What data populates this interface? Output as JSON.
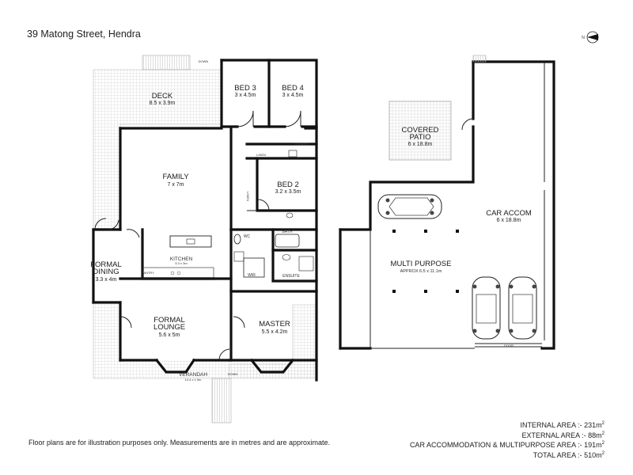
{
  "title": "39 Matong Street, Hendra",
  "disclaimer": "Floor plans are for illustration purposes only. Measurements are in metres and are approximate.",
  "areas": [
    {
      "label": "INTERNAL AREA :- ",
      "value": "231m",
      "sup": "2"
    },
    {
      "label": "EXTERNAL AREA :- ",
      "value": "88m",
      "sup": "2"
    },
    {
      "label": "CAR ACCOMMODATION & MULTIPURPOSE AREA :- ",
      "value": "191m",
      "sup": "2"
    },
    {
      "label": "TOTAL AREA :- ",
      "value": "510m",
      "sup": "2"
    }
  ],
  "rooms": {
    "deck": {
      "name": "DECK",
      "dim": "8.5 x 3.9m"
    },
    "bed3": {
      "name": "BED 3",
      "dim": "3 x 4.5m"
    },
    "bed4": {
      "name": "BED 4",
      "dim": "3 x 4.5m"
    },
    "family": {
      "name": "FAMILY",
      "dim": "7 x 7m"
    },
    "bed2": {
      "name": "BED 2",
      "dim": "3.2 x 3.5m"
    },
    "formal_dining": {
      "name1": "FORMAL",
      "name2": "DINING",
      "dim": "3.3 x 4m"
    },
    "kitchen": {
      "name": "KITCHEN",
      "dim": "5.3 x 3m"
    },
    "formal_lounge": {
      "name1": "FORMAL",
      "name2": "LOUNGE",
      "dim": "5.6 x 5m"
    },
    "master": {
      "name": "MASTER",
      "dim": "5.5 x 4.2m"
    },
    "verandah": {
      "name": "VERANDAH",
      "dim": "14.4 x 1.9m"
    },
    "covered_patio": {
      "name1": "COVERED",
      "name2": "PATIO",
      "dim": "6 x 18.8m"
    },
    "car_accom": {
      "name": "CAR ACCOM",
      "dim": "6 x 18.8m"
    },
    "multi_purpose": {
      "name": "MULTI PURPOSE",
      "dim": "APPROX 6.5 x 11.1m"
    }
  },
  "labels": {
    "linen": "LINEN",
    "laundry": "LAUNDRY",
    "wc": "WC",
    "bath": "BATH",
    "wir": "WIR",
    "ensuite": "ENSUITE",
    "pantry": "PANTRY",
    "linen_v": "LINEN",
    "down": "DOWN",
    "door": "DOOR"
  },
  "colors": {
    "wall": "#111111",
    "deck_lines": "#bbbbbb"
  }
}
